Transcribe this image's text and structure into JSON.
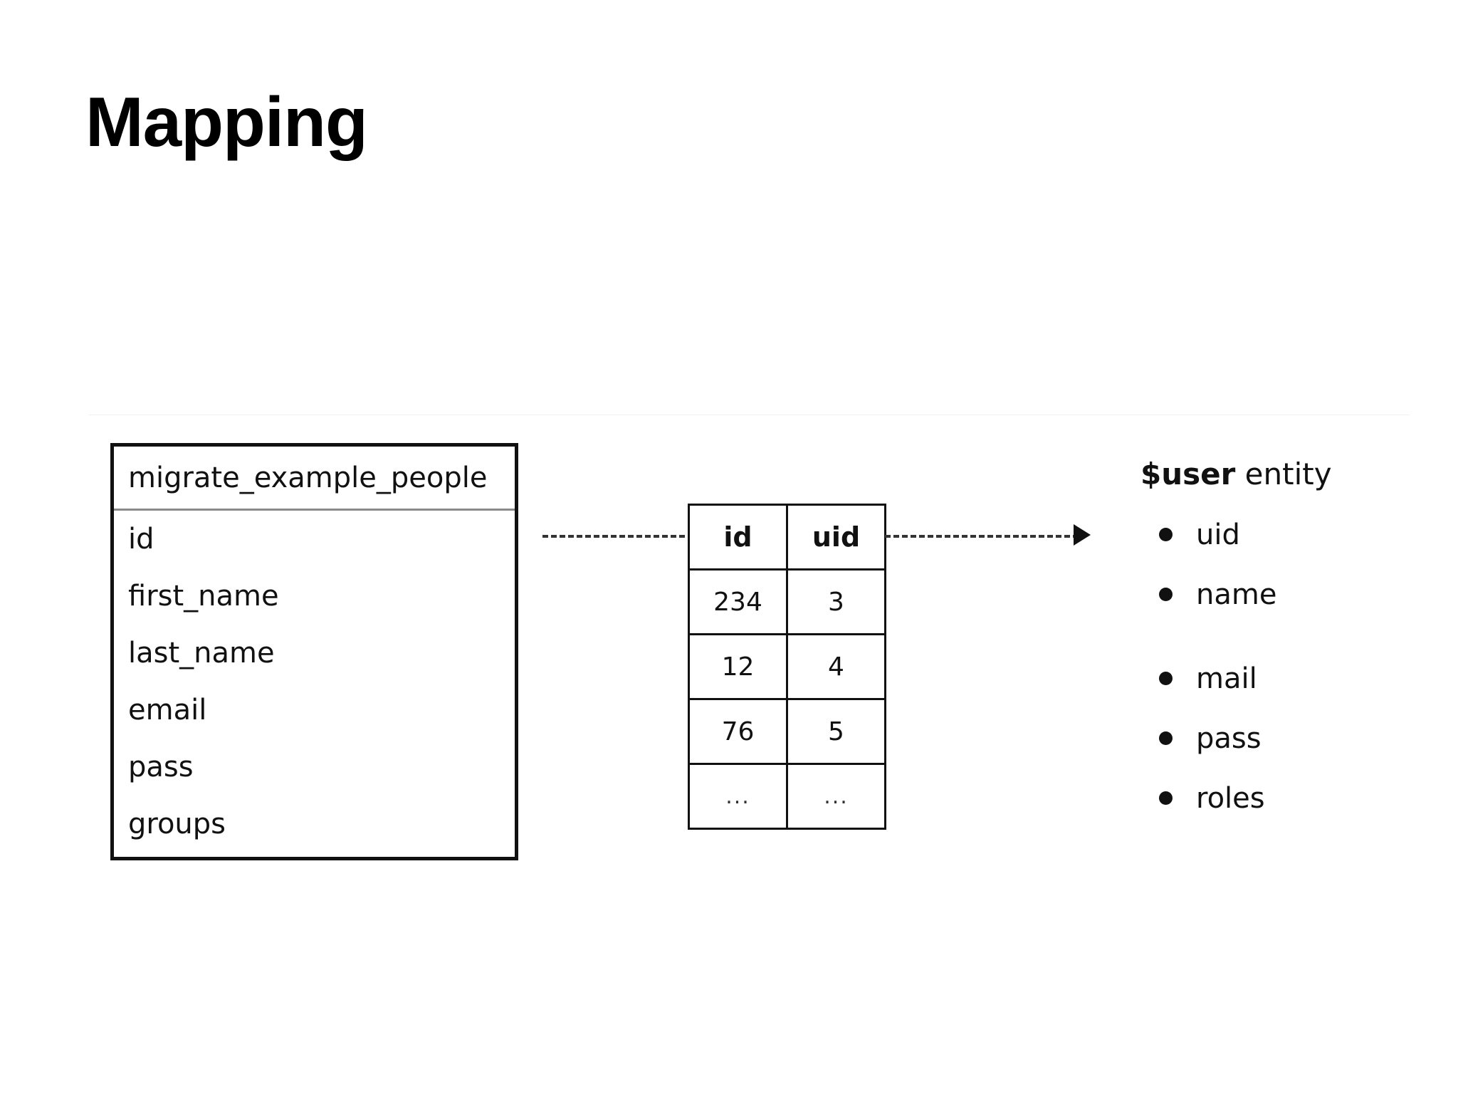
{
  "slide": {
    "title": "Mapping"
  },
  "source_entity": {
    "table_name": "migrate_example_people",
    "fields": [
      "id",
      "first_name",
      "last_name",
      "email",
      "pass",
      "groups"
    ]
  },
  "map_table": {
    "columns": [
      "id",
      "uid"
    ],
    "rows": [
      [
        "234",
        "3"
      ],
      [
        "12",
        "4"
      ],
      [
        "76",
        "5"
      ],
      [
        "...",
        "..."
      ]
    ]
  },
  "connectors": {
    "left": {
      "style": "dashed",
      "arrowhead": false
    },
    "right": {
      "style": "dashed",
      "arrowhead": true
    }
  },
  "target_entity": {
    "title_bold": "$user",
    "title_rest": " entity",
    "items": [
      {
        "label": "uid",
        "gap_before": false
      },
      {
        "label": "name",
        "gap_before": false
      },
      {
        "label": "mail",
        "gap_before": true
      },
      {
        "label": "pass",
        "gap_before": false
      },
      {
        "label": "roles",
        "gap_before": false
      }
    ]
  },
  "colors": {
    "ink": "#111111",
    "background": "#ffffff",
    "separator": "#8a8a8a",
    "hairline": "#f0f0f0"
  }
}
